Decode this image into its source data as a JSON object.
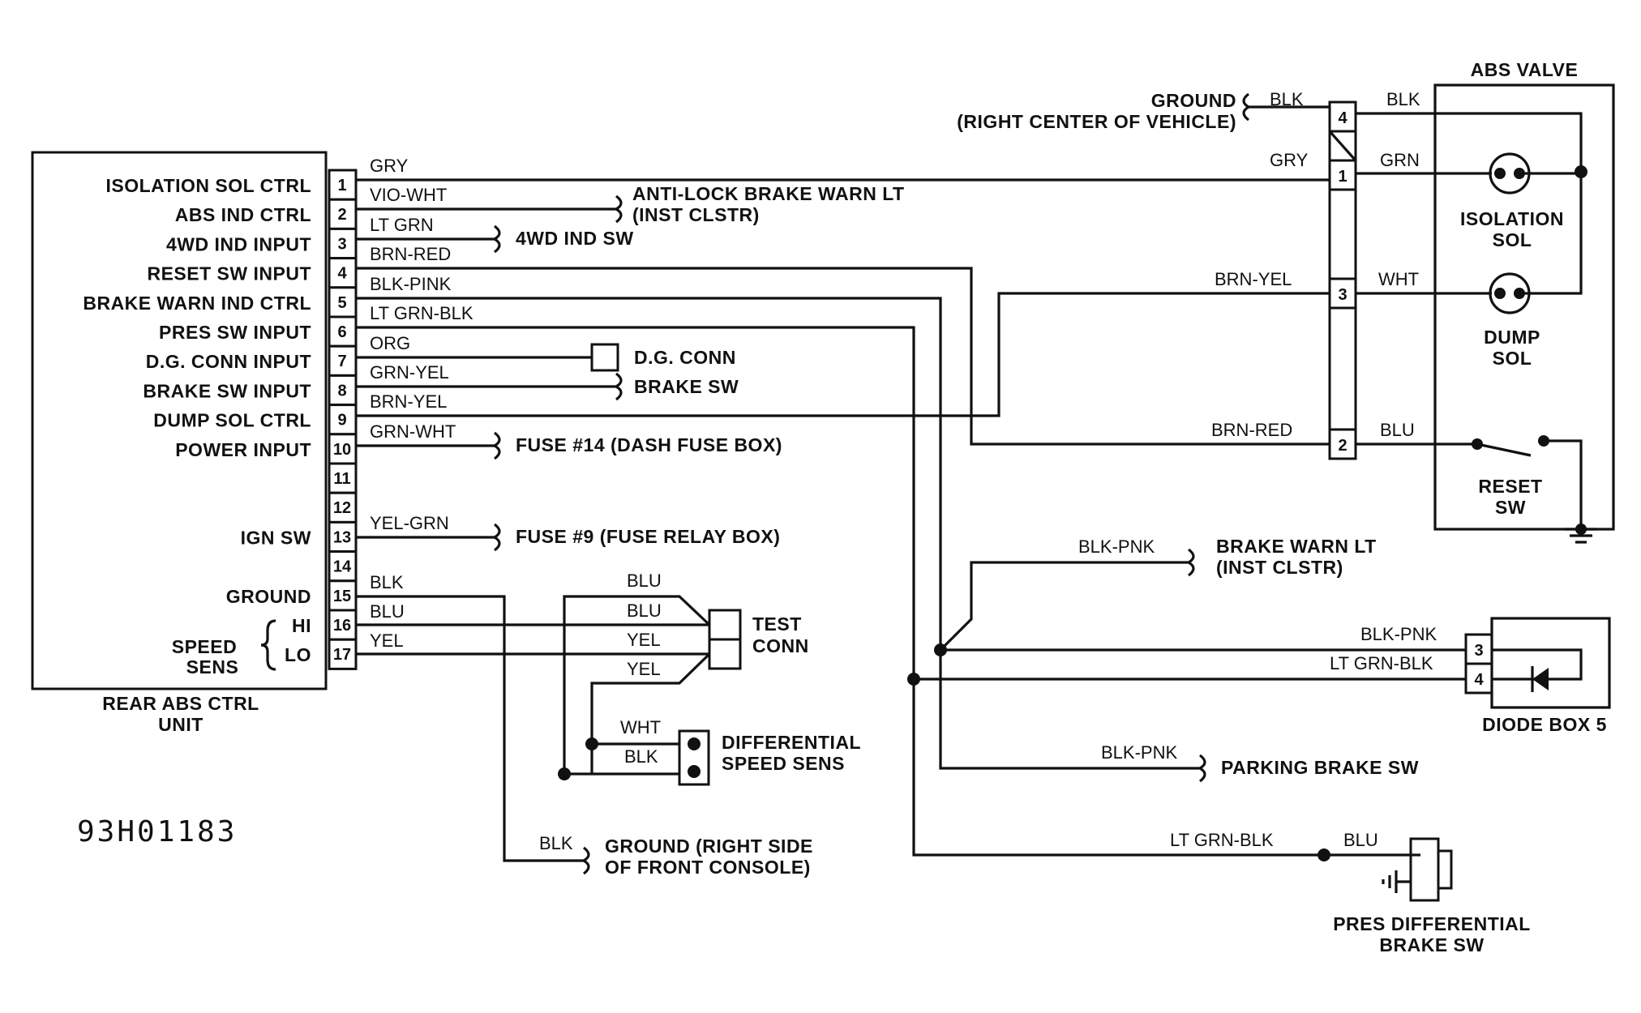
{
  "unit": {
    "pin_labels": [
      "ISOLATION SOL CTRL",
      "ABS IND CTRL",
      "4WD IND INPUT",
      "RESET SW INPUT",
      "BRAKE WARN IND CTRL",
      "PRES SW INPUT",
      "D.G. CONN INPUT",
      "BRAKE SW INPUT",
      "DUMP SOL CTRL",
      "POWER INPUT",
      "",
      "",
      "IGN SW",
      "",
      "GROUND",
      "HI",
      "LO"
    ],
    "pins": [
      "1",
      "2",
      "3",
      "4",
      "5",
      "6",
      "7",
      "8",
      "9",
      "10",
      "11",
      "12",
      "13",
      "14",
      "15",
      "16",
      "17"
    ],
    "speed_sens_label_1": "SPEED",
    "speed_sens_label_2": "SENS",
    "name_1": "REAR ABS CTRL",
    "name_2": "UNIT"
  },
  "wires": {
    "w1": "GRY",
    "w2": "VIO-WHT",
    "w3": "LT GRN",
    "w4": "BRN-RED",
    "w5": "BLK-PINK",
    "w6": "LT GRN-BLK",
    "w7": "ORG",
    "w8": "GRN-YEL",
    "w9": "BRN-YEL",
    "w10": "GRN-WHT",
    "w13": "YEL-GRN",
    "w15": "BLK",
    "w16": "BLU",
    "w17": "YEL"
  },
  "destinations": {
    "abs_warn_1": "ANTI-LOCK BRAKE WARN LT",
    "abs_warn_2": "(INST CLSTR)",
    "wd_ind_sw": "4WD IND SW",
    "dg_conn": "D.G. CONN",
    "brake_sw": "BRAKE SW",
    "fuse14": "FUSE #14 (DASH FUSE BOX)",
    "fuse9": "FUSE #9 (FUSE RELAY BOX)",
    "ground_console_1": "GROUND (RIGHT SIDE",
    "ground_console_2": "OF FRONT CONSOLE)",
    "ground_vehicle_1": "GROUND",
    "ground_vehicle_2": "(RIGHT CENTER OF VEHICLE)",
    "brake_warn_lt_1": "BRAKE WARN LT",
    "brake_warn_lt_2": "(INST CLSTR)",
    "parking_brake_sw": "PARKING BRAKE SW",
    "test_conn_1": "TEST",
    "test_conn_2": "CONN",
    "diff_speed_1": "DIFFERENTIAL",
    "diff_speed_2": "SPEED SENS",
    "pres_diff_1": "PRES DIFFERENTIAL",
    "pres_diff_2": "BRAKE SW",
    "diode_box": "DIODE BOX 5"
  },
  "abs_valve": {
    "title": "ABS VALVE",
    "isolation_1": "ISOLATION",
    "isolation_2": "SOL",
    "dump_1": "DUMP",
    "dump_2": "SOL",
    "reset_1": "RESET",
    "reset_2": "SW",
    "connector_pins": [
      "4",
      "1",
      "3",
      "2"
    ]
  },
  "valve_wires": {
    "blk_left": "BLK",
    "blk_right": "BLK",
    "gry": "GRY",
    "grn": "GRN",
    "brn_yel": "BRN-YEL",
    "wht": "WHT",
    "brn_red": "BRN-RED",
    "blu": "BLU"
  },
  "misc_wires": {
    "blk_pnk_warn": "BLK-PNK",
    "blk_pnk_diode": "BLK-PNK",
    "lt_grn_blk_diode": "LT GRN-BLK",
    "diode_pin_3": "3",
    "diode_pin_4": "4",
    "blk_pnk_parking": "BLK-PNK",
    "lt_grn_blk_pres": "LT GRN-BLK",
    "blu_pres": "BLU",
    "test_blu_1": "BLU",
    "test_blu_2": "BLU",
    "test_yel_1": "YEL",
    "test_yel_2": "YEL",
    "diff_wht": "WHT",
    "diff_blk": "BLK",
    "ground_blk": "BLK"
  },
  "figure_code": "93H01183"
}
